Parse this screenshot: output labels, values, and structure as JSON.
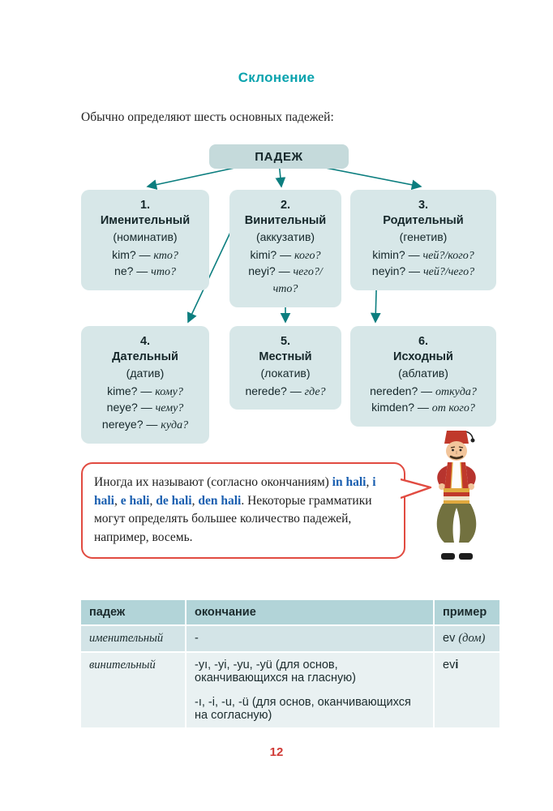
{
  "page": {
    "title": "Склонение",
    "intro": "Обычно определяют шесть основных падежей:",
    "page_number": "12"
  },
  "colors": {
    "title_teal": "#0aa3ae",
    "arrow_teal": "#0c7e7f",
    "box_fill": "#d7e7e8",
    "root_box_fill": "#c5dadb",
    "callout_border_red": "#e14b41",
    "term_blue": "#1a5fb0",
    "table_header_bg": "#b2d4d8",
    "table_row1_bg": "#d3e4e7",
    "table_row2_bg": "#e9f1f2",
    "page_number_red": "#d03a36"
  },
  "diagram": {
    "root_label": "ПАДЕЖ",
    "boxes": [
      {
        "num": "1.",
        "title": "Именительный",
        "subtitle": "(номинатив)",
        "lines": [
          {
            "q": "kim?",
            "a": "кто?"
          },
          {
            "q": "ne?",
            "a": "что?"
          }
        ]
      },
      {
        "num": "2.",
        "title": "Винительный",
        "subtitle": "(аккузатив)",
        "lines": [
          {
            "q": "kimi?",
            "a": "кого?"
          },
          {
            "q": "neyi?",
            "a": "чего?/что?"
          }
        ]
      },
      {
        "num": "3.",
        "title": "Родительный",
        "subtitle": "(генетив)",
        "lines": [
          {
            "q": "kimin?",
            "a": "чей?/кого?"
          },
          {
            "q": "neyin?",
            "a": "чей?/чего?"
          }
        ]
      },
      {
        "num": "4.",
        "title": "Дательный",
        "subtitle": "(датив)",
        "lines": [
          {
            "q": "kime?",
            "a": "кому?"
          },
          {
            "q": "neye?",
            "a": "чему?"
          },
          {
            "q": "nereye?",
            "a": "куда?"
          }
        ]
      },
      {
        "num": "5.",
        "title": "Местный",
        "subtitle": "(локатив)",
        "lines": [
          {
            "q": "nerede?",
            "a": "где?"
          }
        ]
      },
      {
        "num": "6.",
        "title": "Исходный",
        "subtitle": "(аблатив)",
        "lines": [
          {
            "q": "nereden?",
            "a": "откуда?"
          },
          {
            "q": "kimden?",
            "a": "от кого?"
          }
        ]
      }
    ]
  },
  "callout": {
    "segments": [
      {
        "text": "Иногда их называют (согласно окончаниям) "
      },
      {
        "text": "in hali",
        "term": true
      },
      {
        "text": ", "
      },
      {
        "text": "i hali",
        "term": true
      },
      {
        "text": ", "
      },
      {
        "text": "e hali",
        "term": true
      },
      {
        "text": ", "
      },
      {
        "text": "de hali",
        "term": true
      },
      {
        "text": ", "
      },
      {
        "text": "den hali",
        "term": true
      },
      {
        "text": ". Некоторые грамматики могут определять большее количество падежей, например, восемь."
      }
    ],
    "figure": "turkish-man-illustration"
  },
  "table": {
    "headers": [
      "падеж",
      "окончание",
      "пример"
    ],
    "rows": [
      {
        "case": "именительный",
        "endings": [
          "-"
        ],
        "example": [
          {
            "text": "ev "
          },
          {
            "text": "(дом)",
            "italic": true
          }
        ]
      },
      {
        "case": "винительный",
        "endings": [
          "-yı, -yi, -yu, -yü (для основ, оканчивающихся на гласную)",
          "-ı, -i, -u, -ü (для основ, оканчивающихся на согласную)"
        ],
        "example": [
          {
            "text": "ev"
          },
          {
            "text": "i",
            "bold": true
          }
        ]
      }
    ]
  }
}
